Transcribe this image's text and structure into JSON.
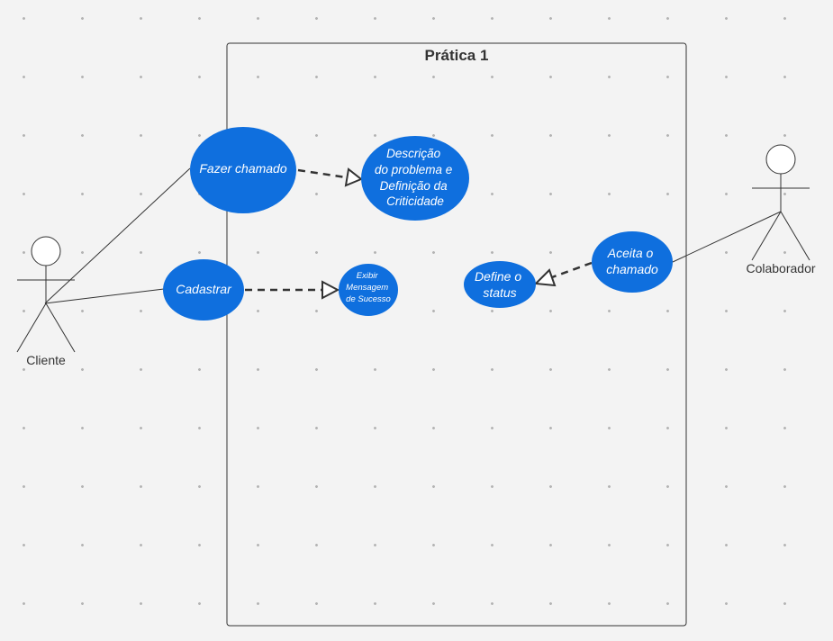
{
  "diagram": {
    "system_boundary_title": "Prática 1",
    "actors": {
      "cliente": "Cliente",
      "colaborador": "Colaborador"
    },
    "use_cases": {
      "fazer_chamado": "Fazer chamado",
      "descricao": [
        "Descrição",
        "do problema e",
        "Definição da",
        "Criticidade"
      ],
      "cadastrar": "Cadastrar",
      "exibir_mensagem": [
        "Exibir",
        "Mensagem",
        "de Sucesso"
      ],
      "define_status": [
        "Define o",
        "status"
      ],
      "aceita_chamado": [
        "Aceita o",
        "chamado"
      ]
    },
    "colors": {
      "use_case_fill": "#0f6fde",
      "line": "#333333",
      "background": "#f3f3f3"
    }
  }
}
